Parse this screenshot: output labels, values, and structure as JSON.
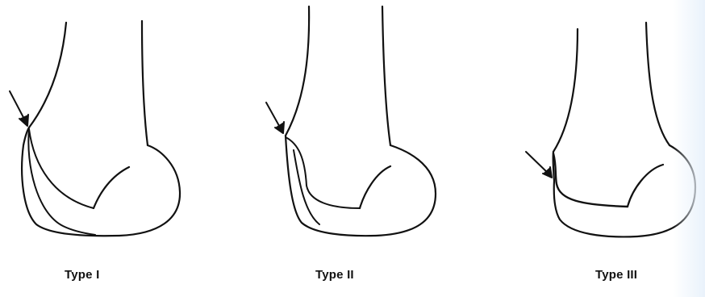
{
  "panels": [
    {
      "label": "Type I"
    },
    {
      "label": "Type II"
    },
    {
      "label": "Type III"
    }
  ],
  "colors": {
    "line": "#111111",
    "background": "#ffffff",
    "edge_tint": "#e9f2fb"
  }
}
